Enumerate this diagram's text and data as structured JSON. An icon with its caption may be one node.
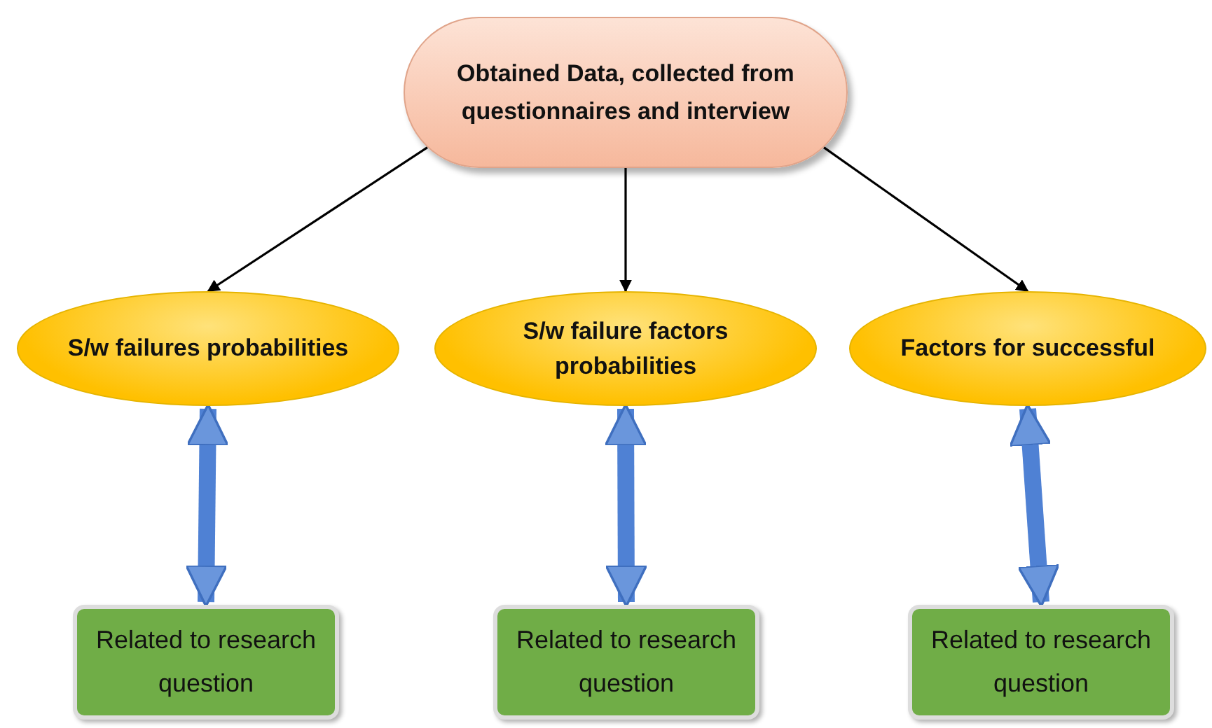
{
  "diagram": {
    "nodes": [
      {
        "text": [
          "Obtained Data, collected from questionnaires and interview"
        ]
      },
      {
        "text": [
          "S/w failures probabilities"
        ]
      },
      {
        "text": [
          "S/w failure factors probabilities"
        ]
      },
      {
        "text": [
          "Factors for successful"
        ]
      },
      {
        "text": [
          "Related to research question"
        ]
      },
      {
        "text": [
          "Related to research question"
        ]
      },
      {
        "text": [
          "Related to research question"
        ]
      }
    ],
    "edges": [
      {
        "from": 0,
        "to": 1,
        "arrow": "to"
      },
      {
        "from": 0,
        "to": 2,
        "arrow": "to"
      },
      {
        "from": 0,
        "to": 3,
        "arrow": "to"
      },
      {
        "from": 1,
        "to": 4,
        "arrow": "both",
        "style": "thick",
        "color": "#4f81d4"
      },
      {
        "from": 2,
        "to": 5,
        "arrow": "both",
        "style": "thick",
        "color": "#4f81d4"
      },
      {
        "from": 3,
        "to": 6,
        "arrow": "both",
        "style": "thick",
        "color": "#4f81d4"
      }
    ]
  }
}
